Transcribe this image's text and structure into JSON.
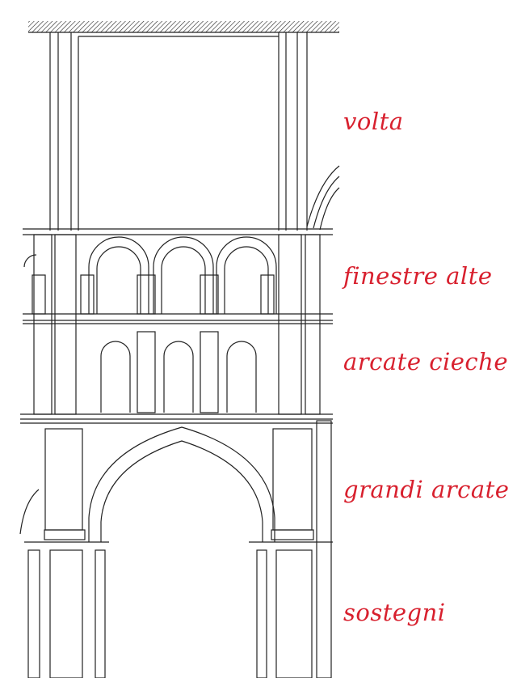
{
  "labels": {
    "vault": "volta",
    "clerestory": "finestre alte",
    "blind_arcade": "arcate cieche",
    "main_arcade": "grandi arcate",
    "supports": "sostegni"
  },
  "colors": {
    "label": "#d8202e",
    "ink": "#222222"
  }
}
